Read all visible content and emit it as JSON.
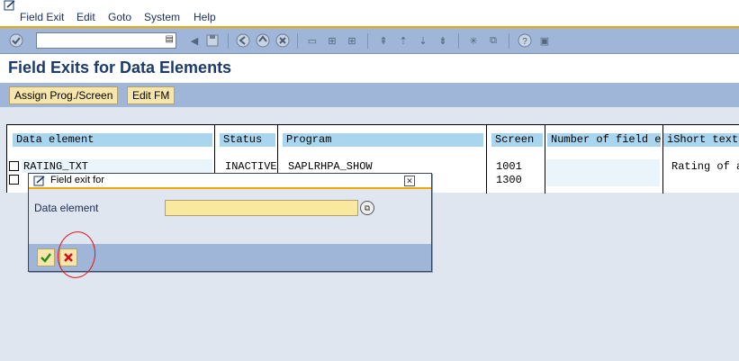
{
  "menu": {
    "items": [
      "Field Exit",
      "Edit",
      "Goto",
      "System",
      "Help"
    ]
  },
  "toolbar": {
    "command_value": "",
    "icons": [
      "enter-icon",
      "back-icon",
      "save-icon",
      "back-nav-icon",
      "exit-icon",
      "cancel-icon",
      "print-icon",
      "find-icon",
      "find-next-icon",
      "first-page-icon",
      "prev-page-icon",
      "next-page-icon",
      "last-page-icon",
      "new-session-icon",
      "shortcut-icon",
      "help-icon",
      "layout-icon"
    ]
  },
  "page": {
    "title": "Field Exits for Data Elements"
  },
  "app_toolbar": {
    "assign_label": "Assign Prog./Screen",
    "edit_fm_label": "Edit FM"
  },
  "table": {
    "headers": [
      "Data element",
      "Status",
      "Program",
      "Screen",
      "Number of field e",
      "iShort text"
    ],
    "rows": [
      {
        "data_element": "RATING_TXT",
        "status": "INACTIVE",
        "program": "SAPLRHPA_SHOW",
        "screen": "1001",
        "number": "",
        "short_text": "Rating of a"
      },
      {
        "data_element": "",
        "status": "",
        "program": "",
        "screen": "1300",
        "number": "",
        "short_text": ""
      }
    ]
  },
  "dialog": {
    "title": "Field exit for",
    "field_label": "Data element",
    "field_value": ""
  },
  "colors": {
    "toolbar_blue": "#9fb6d8",
    "header_cyan": "#a9d5ef",
    "button_yellow": "#f6e6ab",
    "accent_orange": "#f0a800",
    "annotation_red": "#e0141e"
  }
}
